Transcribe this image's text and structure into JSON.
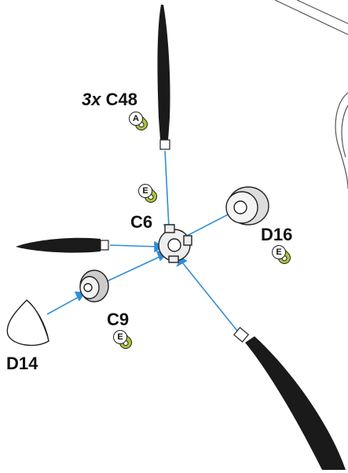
{
  "labels": {
    "blade_qty": "3x",
    "blade_part": "C48",
    "hub_part": "C6",
    "rear_hub_part": "C9",
    "spinner_part": "D14",
    "front_ring_part": "D16"
  },
  "paint_codes": {
    "blade": "A",
    "hub": "E",
    "rear_hub": "E",
    "front_ring": "E"
  },
  "colors": {
    "blade": "#1a1a1a",
    "arrow": "#2f8fd6",
    "paint_green": "#a9c63a",
    "outline": "#222222"
  }
}
